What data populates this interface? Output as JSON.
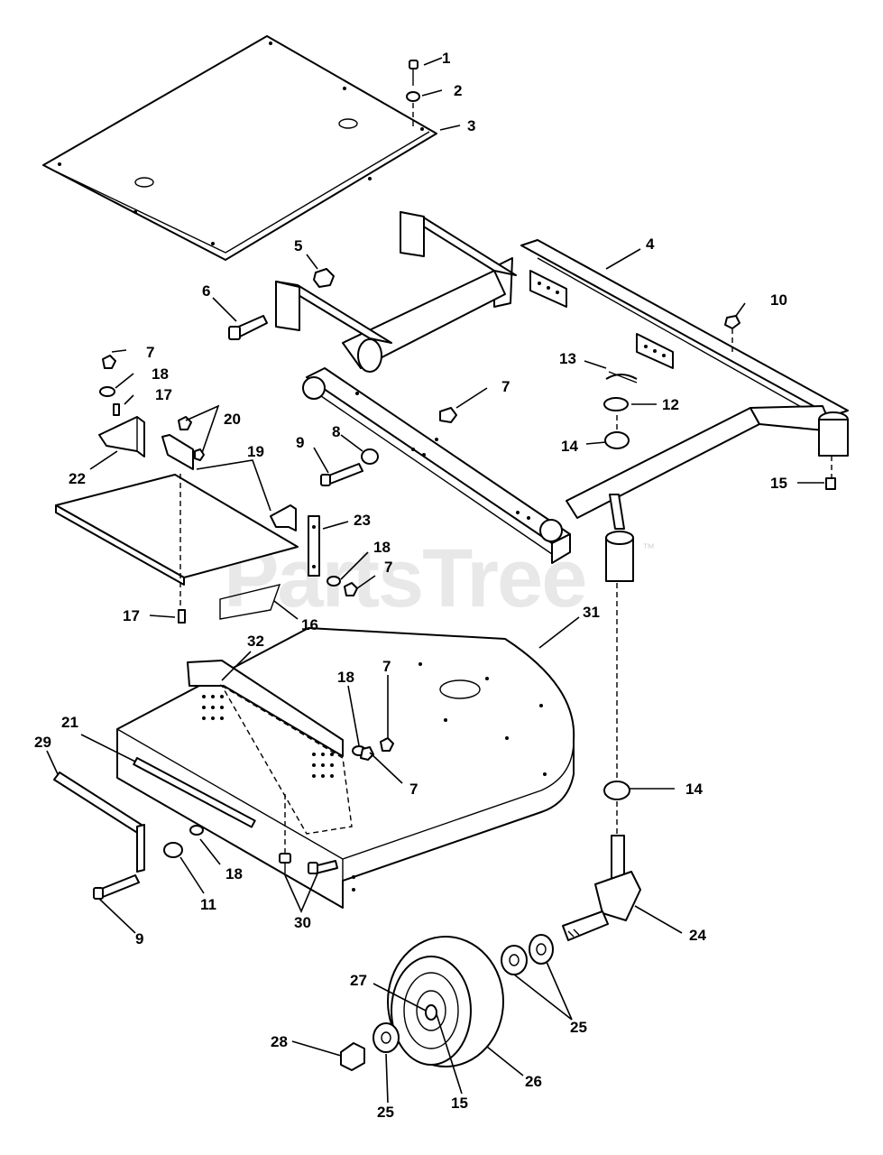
{
  "watermark": {
    "brand": "PartsTree",
    "mark": "™"
  },
  "callouts": [
    {
      "n": "1"
    },
    {
      "n": "2"
    },
    {
      "n": "3"
    },
    {
      "n": "4"
    },
    {
      "n": "5"
    },
    {
      "n": "6"
    },
    {
      "n": "7"
    },
    {
      "n": "10"
    },
    {
      "n": "7"
    },
    {
      "n": "18"
    },
    {
      "n": "17"
    },
    {
      "n": "20"
    },
    {
      "n": "22"
    },
    {
      "n": "13"
    },
    {
      "n": "12"
    },
    {
      "n": "14"
    },
    {
      "n": "15"
    },
    {
      "n": "9"
    },
    {
      "n": "8"
    },
    {
      "n": "19"
    },
    {
      "n": "23"
    },
    {
      "n": "18"
    },
    {
      "n": "7"
    },
    {
      "n": "17"
    },
    {
      "n": "16"
    },
    {
      "n": "31"
    },
    {
      "n": "32"
    },
    {
      "n": "18"
    },
    {
      "n": "7"
    },
    {
      "n": "21"
    },
    {
      "n": "29"
    },
    {
      "n": "7"
    },
    {
      "n": "14"
    },
    {
      "n": "18"
    },
    {
      "n": "11"
    },
    {
      "n": "9"
    },
    {
      "n": "30"
    },
    {
      "n": "24"
    },
    {
      "n": "27"
    },
    {
      "n": "25"
    },
    {
      "n": "28"
    },
    {
      "n": "26"
    },
    {
      "n": "25"
    },
    {
      "n": "15"
    }
  ]
}
